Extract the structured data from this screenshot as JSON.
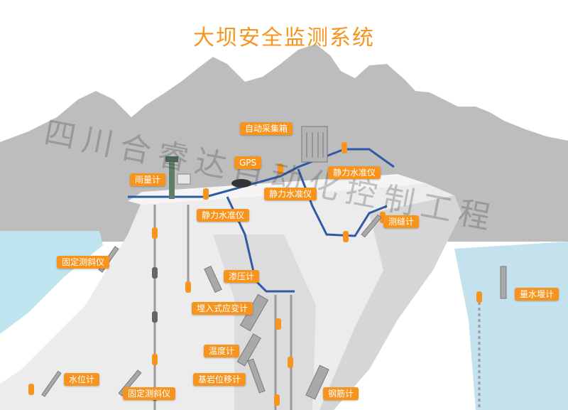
{
  "title": "大坝安全监测系统",
  "watermark": "四川合睿达自动化控制工程",
  "labels": {
    "collector": "自动采集箱",
    "gps": "GPS",
    "rain": "雨量计",
    "level1": "静力水准仪",
    "level2": "静力水准仪",
    "level3": "静力水准仪",
    "crack": "测缝计",
    "inclinometer_top": "固定测斜仪",
    "piezometer": "渗压计",
    "strain": "埋入式应变计",
    "weir": "量水堰计",
    "thermometer": "温度计",
    "water_level": "水位计",
    "bedrock": "基岩位移计",
    "inclinometer_bottom": "固定测斜仪",
    "rebar": "钢筋计"
  },
  "colors": {
    "title": "#f7941d",
    "label_bg": "#f7941d",
    "label_text": "#ffffff",
    "mountain": "#bdbdbd",
    "water": "#bfe3ef",
    "dam": "#ececec",
    "cable": "#2e5aa6",
    "sensor_line": "#9a9a9a",
    "watermark": "rgba(60,60,60,0.28)"
  },
  "icons": [
    "sensor-node-icon",
    "gps-dome-icon",
    "rain-gauge-icon",
    "collector-cabinet-icon",
    "instrument-icon"
  ]
}
